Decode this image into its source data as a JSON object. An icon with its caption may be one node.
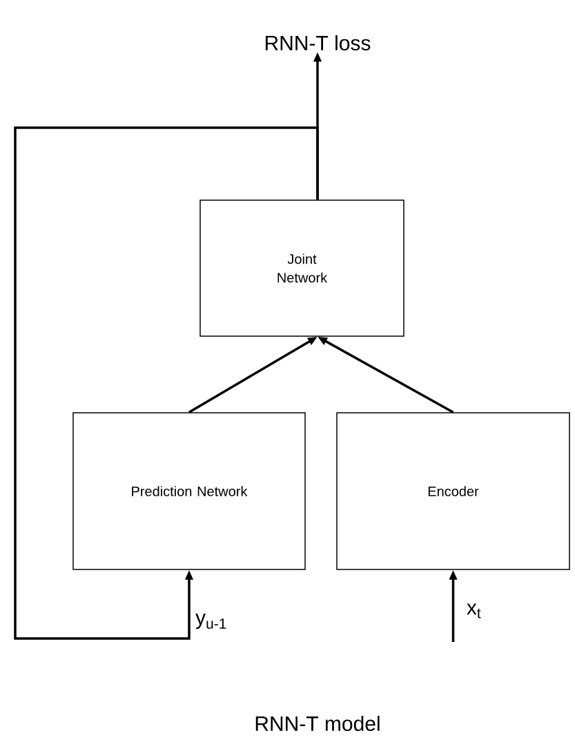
{
  "diagram": {
    "caption": "RNN-T model",
    "nodes": [
      {
        "text": [
          "RNN-T loss"
        ]
      },
      {
        "text": [
          "Joint Network"
        ]
      },
      {
        "text": [
          "Prediction Network"
        ]
      },
      {
        "text": [
          "Encoder"
        ]
      }
    ],
    "edges": [
      {
        "from": 1,
        "to": 0,
        "arrow": "to"
      },
      {
        "from": 2,
        "to": 1,
        "arrow": "to"
      },
      {
        "from": 3,
        "to": 1,
        "arrow": "to"
      },
      {
        "from": 1,
        "to": 2,
        "arrow": "to",
        "label": "y$_{u-1}$"
      },
      {
        "from": null,
        "to": 3,
        "arrow": "to",
        "label": "x$_{t}$"
      }
    ]
  }
}
